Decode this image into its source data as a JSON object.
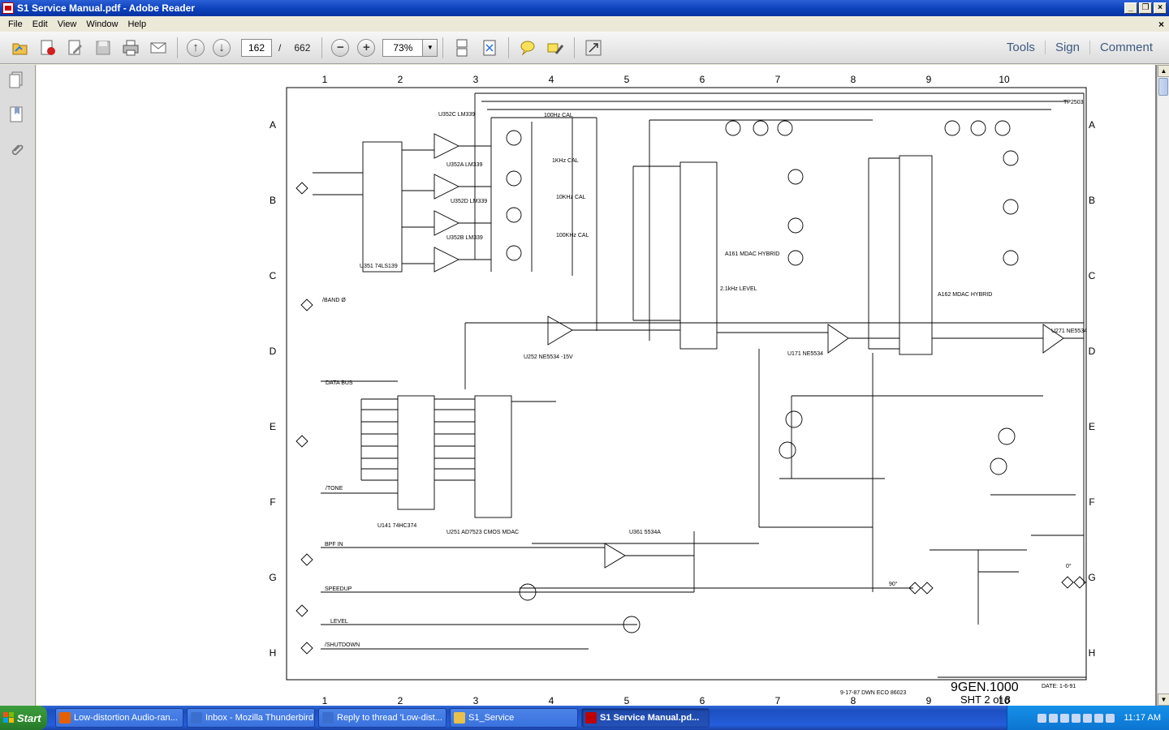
{
  "window": {
    "title": "S1 Service Manual.pdf - Adobe Reader"
  },
  "menu": [
    "File",
    "Edit",
    "View",
    "Window",
    "Help"
  ],
  "toolbar": {
    "current_page": "162",
    "page_separator": "/",
    "total_pages": "662",
    "zoom": "73%",
    "tools_label": "Tools",
    "sign_label": "Sign",
    "comment_label": "Comment"
  },
  "schematic": {
    "columns": [
      "1",
      "2",
      "3",
      "4",
      "5",
      "6",
      "7",
      "8",
      "9",
      "10"
    ],
    "rows": [
      "A",
      "B",
      "C",
      "D",
      "E",
      "F",
      "G",
      "H"
    ],
    "title_block": {
      "drawing_number": "9GEN.1000",
      "sheet": "SHT 2 of 8",
      "date": "DATE: 1-6-91",
      "eco": "9-17-87 DWN ECO 86023"
    },
    "labels": {
      "band": "/BAND Ø",
      "data_bus": "DATA BUS",
      "tone": "/TONE",
      "bpf_in": "BPF IN",
      "speedup": "SPEEDUP",
      "level": "LEVEL",
      "shutdown": "/SHUTDOWN",
      "tp2503": "TP2503",
      "hz100": "100Hz CAL",
      "khz1": "1KHz CAL",
      "khz10": "10KHz CAL",
      "khz100": "100KHz CAL",
      "a161": "A161 MDAC HYBRID",
      "a162": "A162 MDAC HYBRID",
      "u351": "U351 74LS139",
      "u141": "U141 74HC374",
      "u251": "U251 AD7523 CMOS MDAC",
      "u252": "U252 NE5534 -15V",
      "u171": "U171 NE5534",
      "u271": "U271 NE5534",
      "u361": "U361 5534A",
      "u352c": "U352C LM339",
      "u352a": "U352A LM339",
      "u352d": "U352D LM339",
      "u352b": "U352B LM339",
      "level_21khz": "2.1kHz LEVEL",
      "deg90": "90°",
      "deg0": "0°"
    }
  },
  "taskbar": {
    "start": "Start",
    "tasks": [
      {
        "label": "Low-distortion Audio-ran...",
        "color": "#e66000"
      },
      {
        "label": "Inbox - Mozilla Thunderbird",
        "color": "#3a6fd0"
      },
      {
        "label": "Reply to thread 'Low-dist...",
        "color": "#3a6fd0"
      },
      {
        "label": "S1_Service",
        "color": "#e8c04a"
      },
      {
        "label": "S1 Service Manual.pd...",
        "color": "#c00000"
      }
    ],
    "clock": "11:17 AM"
  }
}
